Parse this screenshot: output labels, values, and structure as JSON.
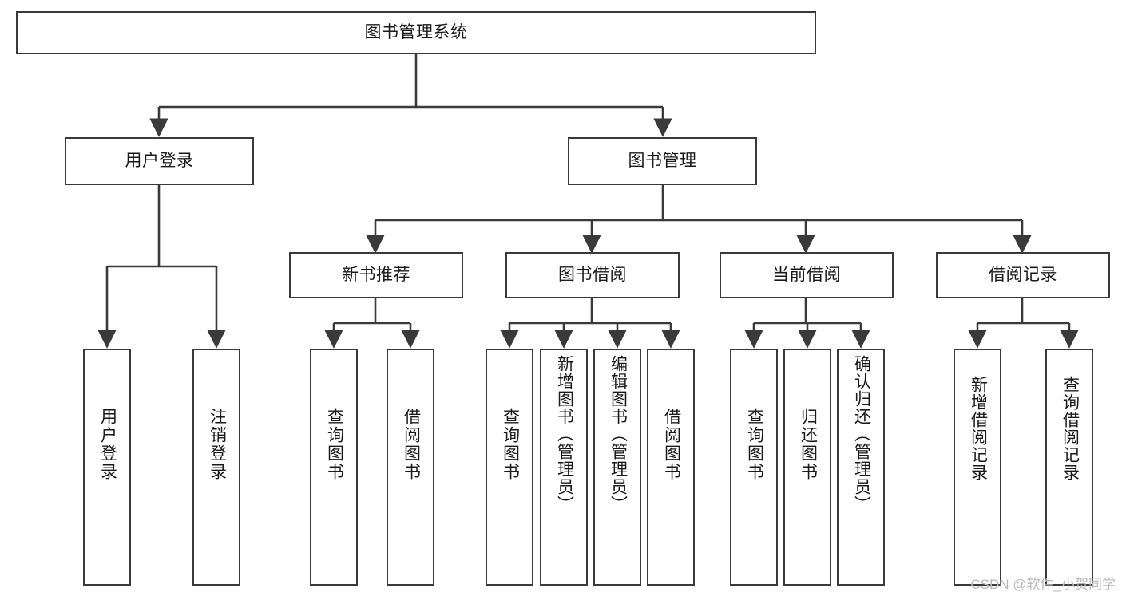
{
  "diagram": {
    "type": "tree-hierarchy",
    "title": "图书管理系统",
    "root": {
      "id": "root",
      "label": "图书管理系统"
    },
    "level2": [
      {
        "id": "user-login",
        "label": "用户登录"
      },
      {
        "id": "book-management",
        "label": "图书管理"
      }
    ],
    "level3": [
      {
        "id": "new-book-recommend",
        "label": "新书推荐",
        "parent": "book-management"
      },
      {
        "id": "book-borrow",
        "label": "图书借阅",
        "parent": "book-management"
      },
      {
        "id": "current-borrow",
        "label": "当前借阅",
        "parent": "book-management"
      },
      {
        "id": "borrow-record",
        "label": "借阅记录",
        "parent": "book-management"
      }
    ],
    "leaves": [
      {
        "id": "leaf-user-login",
        "label": "用户登录",
        "parent": "user-login"
      },
      {
        "id": "leaf-logout",
        "label": "注销登录",
        "parent": "user-login"
      },
      {
        "id": "leaf-query-book-1",
        "label": "查询图书",
        "parent": "new-book-recommend"
      },
      {
        "id": "leaf-borrow-book-1",
        "label": "借阅图书",
        "parent": "new-book-recommend"
      },
      {
        "id": "leaf-query-book-2",
        "label": "查询图书",
        "parent": "book-borrow"
      },
      {
        "id": "leaf-add-book",
        "label": "新增图书（管理员）",
        "parent": "book-borrow"
      },
      {
        "id": "leaf-edit-book",
        "label": "编辑图书（管理员）",
        "parent": "book-borrow"
      },
      {
        "id": "leaf-borrow-book-2",
        "label": "借阅图书",
        "parent": "book-borrow"
      },
      {
        "id": "leaf-query-book-3",
        "label": "查询图书",
        "parent": "current-borrow"
      },
      {
        "id": "leaf-return-book",
        "label": "归还图书",
        "parent": "current-borrow"
      },
      {
        "id": "leaf-confirm-return",
        "label": "确认归还（管理员）",
        "parent": "current-borrow"
      },
      {
        "id": "leaf-add-record",
        "label": "新增借阅记录",
        "parent": "borrow-record"
      },
      {
        "id": "leaf-query-record",
        "label": "查询借阅记录",
        "parent": "borrow-record"
      }
    ]
  },
  "watermark": {
    "text": "CSDN @软件_小贺同学"
  },
  "colors": {
    "line": "#3a3a3a",
    "box_border": "#3a3a3a",
    "box_fill": "#ffffff",
    "text": "#1a1a1a",
    "watermark": "#b8b8b8",
    "background": "#ffffff"
  }
}
